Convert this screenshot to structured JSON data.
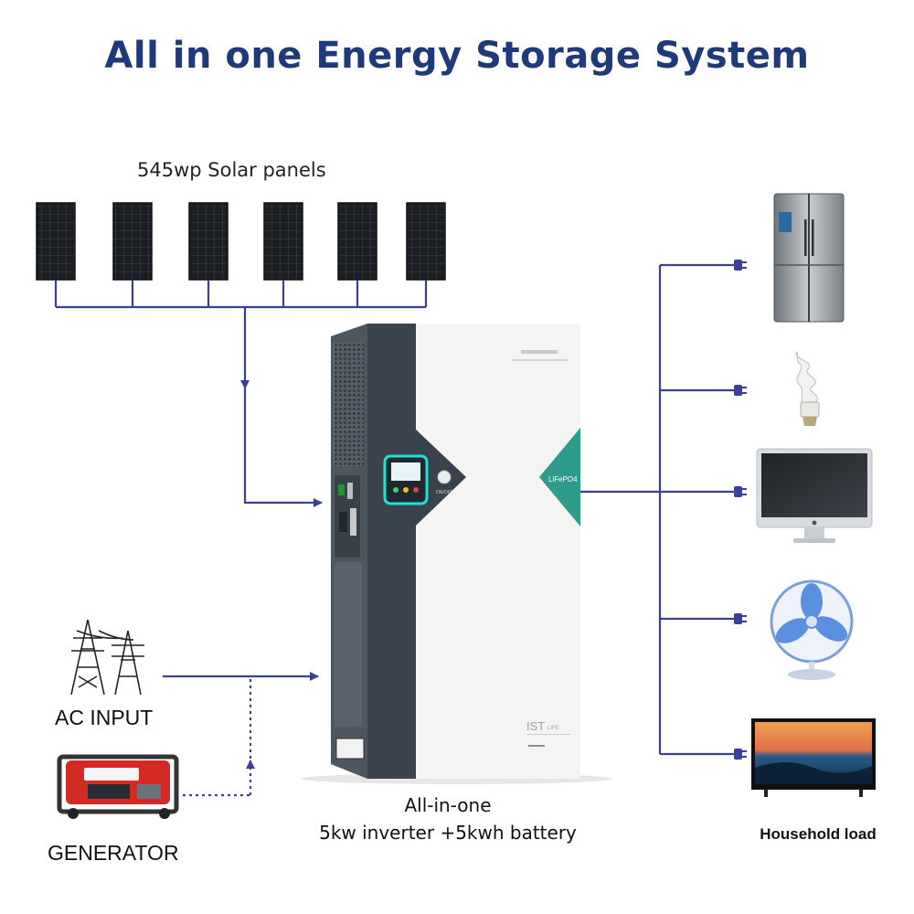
{
  "title": "All in one Energy Storage System",
  "solar": {
    "label": "545wp Solar panels",
    "panel_count": 6
  },
  "inputs": {
    "ac_label": "AC INPUT",
    "generator_label": "GENERATOR"
  },
  "product": {
    "caption_line1": "All-in-one",
    "caption_line2": "5kw inverter +5kwh battery",
    "chemistry_label": "LiFePO4",
    "brand_label": "IST",
    "brand_sub": "LIFE",
    "switch_label": "ON/OFF"
  },
  "loads": {
    "label": "Household load",
    "devices": [
      "refrigerator-icon",
      "light-bulb-icon",
      "computer-monitor-icon",
      "electric-fan-icon",
      "television-icon"
    ]
  },
  "colors": {
    "title": "#1f3a7a",
    "wire": "#3b3f9a",
    "accent": "#2f9b8a",
    "panel_dark": "#3a424b"
  }
}
